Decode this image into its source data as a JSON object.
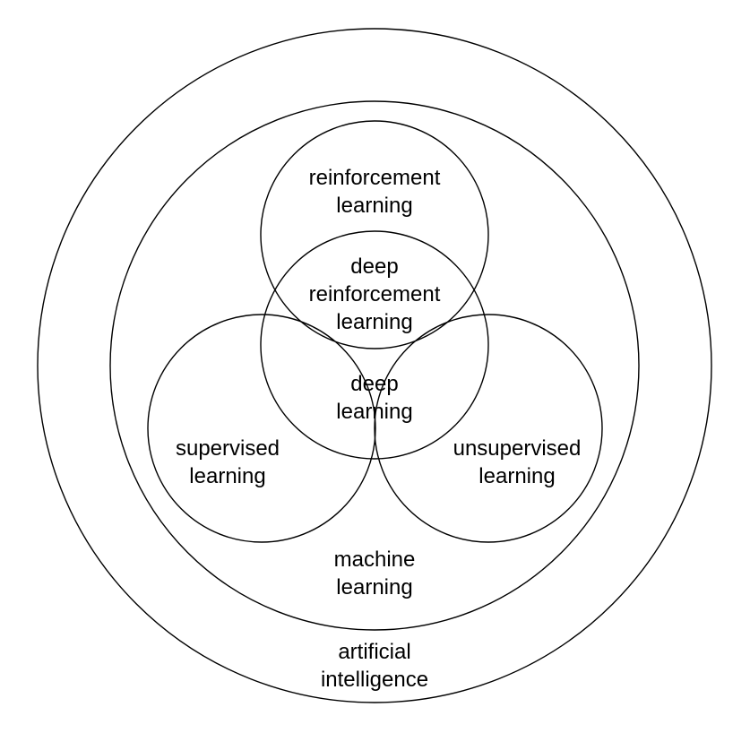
{
  "colors": {
    "background": "#ffffff",
    "stroke": "#000000",
    "text": "#000000"
  },
  "labels": {
    "artificial_intelligence": [
      "artificial",
      "intelligence"
    ],
    "machine_learning": [
      "machine",
      "learning"
    ],
    "reinforcement_learning": [
      "reinforcement",
      "learning"
    ],
    "deep_reinforcement_learning": [
      "deep",
      "reinforcement",
      "learning"
    ],
    "deep_learning": [
      "deep",
      "learning"
    ],
    "supervised_learning": [
      "supervised",
      "learning"
    ],
    "unsupervised_learning": [
      "unsupervised",
      "learning"
    ]
  }
}
